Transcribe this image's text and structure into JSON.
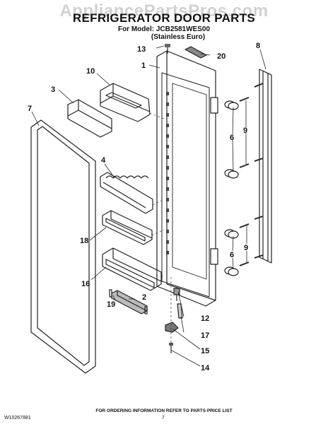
{
  "watermark": "AppliancePartsPros.com",
  "header": {
    "title": "REFRIGERATOR DOOR PARTS",
    "model": "For Model: JCB2581WES00",
    "variant": "(Stainless Euro)"
  },
  "callouts": {
    "c1": "1",
    "c2": "2",
    "c3": "3",
    "c4": "4",
    "c6a": "6",
    "c6b": "6",
    "c7": "7",
    "c8": "8",
    "c9a": "9",
    "c9b": "9",
    "c10": "10",
    "c12": "12",
    "c13": "13",
    "c14": "14",
    "c15": "15",
    "c16": "16",
    "c17": "17",
    "c18": "18",
    "c19": "19",
    "c20": "20"
  },
  "footer": {
    "note": "FOR ORDERING INFORMATION REFER TO PARTS PRICE LIST",
    "doc_number": "W10267881",
    "page": "7"
  }
}
